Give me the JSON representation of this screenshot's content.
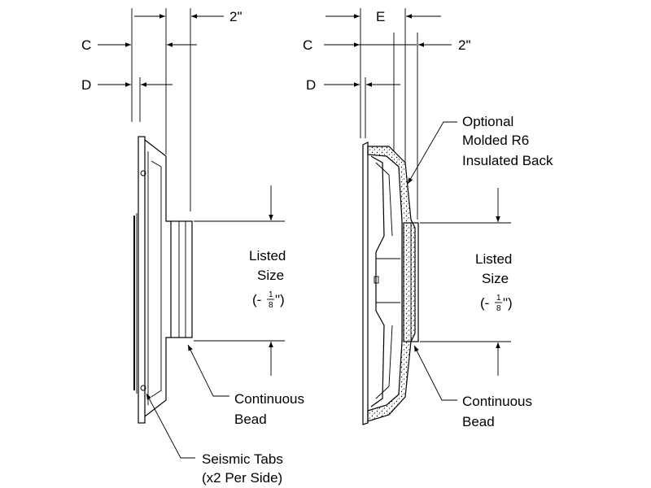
{
  "left_view": {
    "dim_top": "2\"",
    "dim_c": "C",
    "dim_d": "D",
    "listed_size": [
      "Listed",
      "Size"
    ],
    "tolerance": {
      "open": "(-",
      "num": "1",
      "den": "8",
      "close": "\")"
    },
    "bead_label": [
      "Continuous",
      "Bead"
    ],
    "tabs_label": [
      "Seismic Tabs",
      "(x2 Per Side)"
    ]
  },
  "right_view": {
    "dim_e": "E",
    "dim_c": "C",
    "dim_2": "2\"",
    "dim_d": "D",
    "optional_label": [
      "Optional",
      "Molded R6",
      "Insulated Back"
    ],
    "listed_size": [
      "Listed",
      "Size"
    ],
    "tolerance": {
      "open": "(-",
      "num": "1",
      "den": "8",
      "close": "\")"
    },
    "bead_label": [
      "Continuous",
      "Bead"
    ]
  },
  "colors": {
    "line": "#000000",
    "background": "#ffffff"
  }
}
